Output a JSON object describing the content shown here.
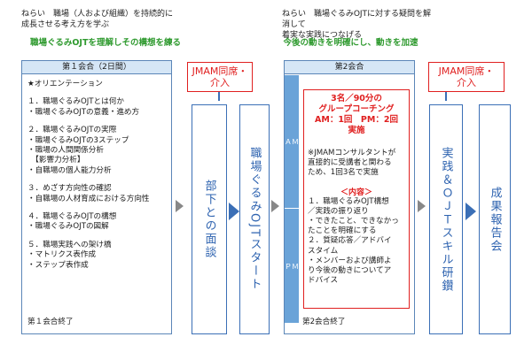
{
  "left": {
    "aim_line1": "ねらい　職場（人および組織）を持続的に",
    "aim_line2": "成長させる考え方を学ぶ",
    "green_banner": "職場ぐるみOJTを理解しその構想を練る",
    "panel_title": "第１会合（2日間）",
    "items": [
      "★オリエンテーション",
      "",
      "１．職場ぐるみOJTとは何か",
      "・職場ぐるみOJTの意義・進め方",
      "",
      "２．職場ぐるみOJTの実際",
      "・職場ぐるみOJTの3ステップ",
      "・職場の人間関係分析",
      "　【影響力分析】",
      "・自職場の個人能力分析",
      "",
      "３．めざす方向性の確認",
      "・自職場の人材育成における方向性",
      "",
      "４．職場ぐるみOJTの構想",
      "・職場ぐるみOJTの図解",
      "",
      "５．職場実践への架け橋",
      "・マトリクス表作成",
      "・ステップ表作成"
    ],
    "end_label": "第１会合終了"
  },
  "jmam_box1": {
    "line1": "JMAM同席・",
    "line2": "介入"
  },
  "vbox_buka": "部下との面談",
  "vbox_ojt_start": "職場ぐるみOJTスタート",
  "center": {
    "aim_line1": "ねらい　職場ぐるみOJTに対する疑問を解消して",
    "aim_line2": "着実な実践につなげる",
    "green_banner": "今後の動きを明確にし、動きを加速",
    "panel_title": "第2会合",
    "am_label": "ＡＭ",
    "pm_label": "ＰＭ",
    "red_title1": "3名／90分の",
    "red_title2": "グループコーチング",
    "red_title3": "AM：1回　PM：2回",
    "red_title4": "実施",
    "note_lines": [
      "※JMAMコンサルタントが",
      "直接的に受講者と関わる",
      "ため、1回3名で実施"
    ],
    "content_heading": "＜内容＞",
    "content_lines": [
      "１．職場ぐるみOJT構想",
      "／実践の振り返り",
      "・できたこと、できなかっ",
      "たことを明確にする",
      "２．質疑応答／アドバイ",
      "スタイム",
      "・メンバーおよび講師よ",
      "り今後の動きについてア",
      "ドバイス"
    ],
    "end_label": "第2会合終了"
  },
  "jmam_box2": {
    "line1": "JMAM同席・",
    "line2": "介入"
  },
  "vbox_jissen": "実践＆ＯＪＴスキル研鑽",
  "vbox_seika": "成果報告会",
  "colors": {
    "green": "#2f9a2f",
    "blue": "#3b6fb6",
    "red": "#e02020",
    "header_blue": "#d5e6f6"
  }
}
